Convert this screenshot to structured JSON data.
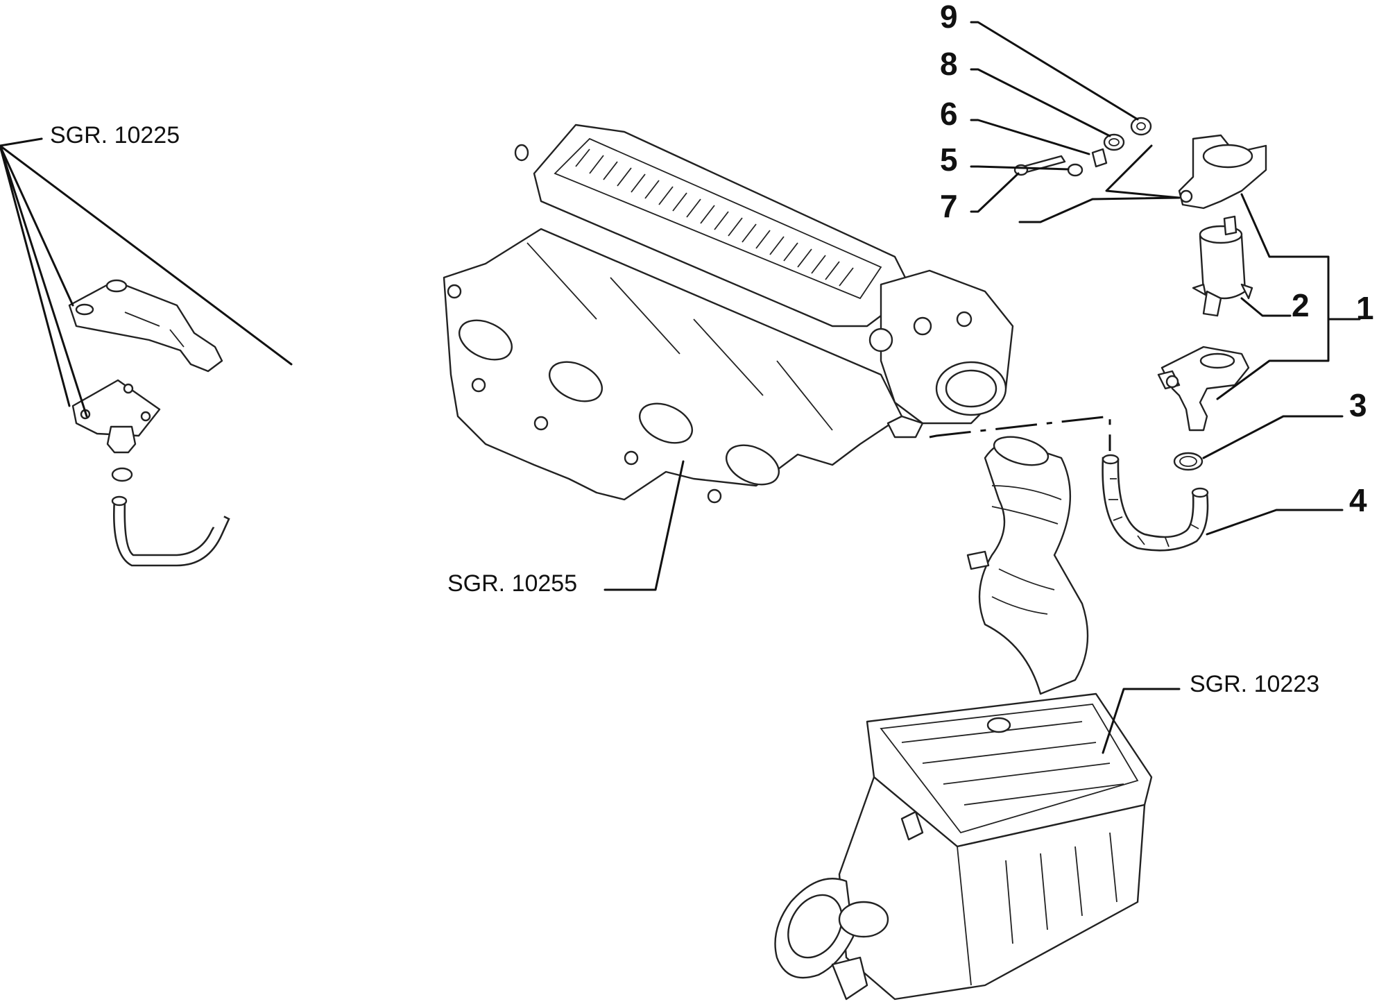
{
  "references": {
    "sgr_10225": "SGR. 10225",
    "sgr_10255": "SGR. 10255",
    "sgr_10223": "SGR. 10223"
  },
  "callouts": {
    "n1": "1",
    "n2": "2",
    "n3": "3",
    "n4": "4",
    "n5": "5",
    "n6": "6",
    "n7": "7",
    "n8": "8",
    "n9": "9"
  }
}
